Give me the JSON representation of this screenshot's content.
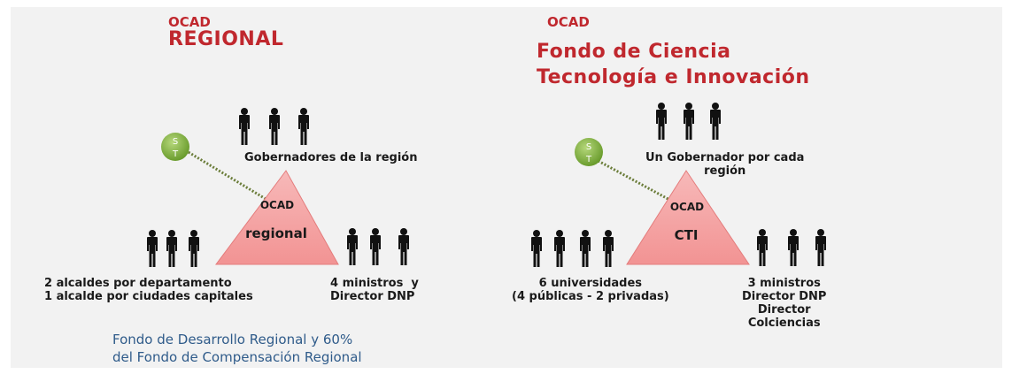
{
  "left": {
    "label_small": "OCAD",
    "title": "REGIONAL",
    "st_top": "S",
    "st_bottom": "T",
    "top_group_label": "Gobernadores de la región",
    "triangle_top": "OCAD",
    "triangle_bottom": "regional",
    "left_group_label": "2 alcaldes por departamento\n1 alcalde por ciudades capitales",
    "right_group_label": "4 ministros  y\nDirector DNP",
    "footer": "Fondo de Desarrollo Regional y 60%\ndel Fondo de Compensación Regional"
  },
  "right": {
    "label_small": "OCAD",
    "title": "Fondo de Ciencia\nTecnología e Innovación",
    "st_top": "S",
    "st_bottom": "T",
    "top_group_label": "Un Gobernador por cada\nregión",
    "triangle_top": "OCAD",
    "triangle_bottom": "CTI",
    "left_group_label": "6 universidades\n(4 públicas - 2 privadas)",
    "right_group_label": "3 ministros\nDirector DNP\nDirector\nColciencias"
  },
  "colors": {
    "accent_red": "#c0282e",
    "st_green": "#7aae3a",
    "triangle_pink": "#f4a5a5",
    "footer_blue": "#2f5b8a"
  }
}
